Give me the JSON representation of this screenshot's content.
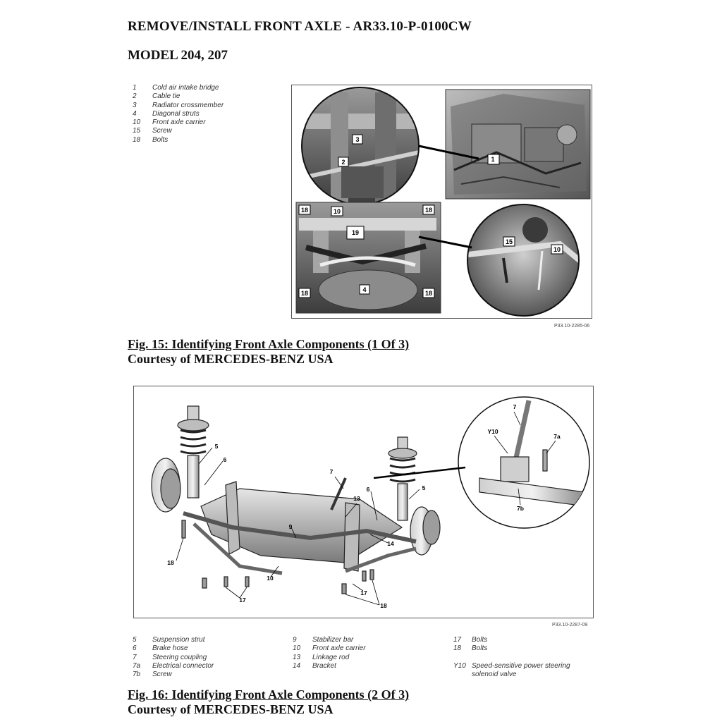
{
  "header": {
    "title": "REMOVE/INSTALL FRONT AXLE - AR33.10-P-0100CW",
    "model": "MODEL 204, 207"
  },
  "figure1": {
    "legend": [
      {
        "num": "1",
        "label": "Cold air intake bridge"
      },
      {
        "num": "2",
        "label": "Cable tie"
      },
      {
        "num": "3",
        "label": "Radiator crossmember"
      },
      {
        "num": "4",
        "label": "Diagonal struts"
      },
      {
        "num": "10",
        "label": "Front axle carrier"
      },
      {
        "num": "15",
        "label": "Screw"
      },
      {
        "num": "18",
        "label": "Bolts"
      }
    ],
    "callouts": [
      "1",
      "2",
      "3",
      "4",
      "10",
      "15",
      "18",
      "19"
    ],
    "ref_code": "P33.10-2285-06",
    "caption": "Fig. 15: Identifying Front Axle Components (1 Of 3)",
    "courtesy": "Courtesy of MERCEDES-BENZ USA"
  },
  "figure2": {
    "legend_col1": [
      {
        "num": "5",
        "label": "Suspension strut"
      },
      {
        "num": "6",
        "label": "Brake hose"
      },
      {
        "num": "7",
        "label": "Steering coupling"
      },
      {
        "num": "7a",
        "label": "Electrical connector"
      },
      {
        "num": "7b",
        "label": "Screw"
      }
    ],
    "legend_col2": [
      {
        "num": "9",
        "label": "Stabilizer bar"
      },
      {
        "num": "10",
        "label": "Front axle carrier"
      },
      {
        "num": "13",
        "label": "Linkage rod"
      },
      {
        "num": "14",
        "label": "Bracket"
      }
    ],
    "legend_col3": [
      {
        "num": "17",
        "label": "Bolts"
      },
      {
        "num": "18",
        "label": "Bolts"
      }
    ],
    "legend_col3_extra": {
      "num": "Y10",
      "label": "Speed-sensitive power steering",
      "label2": "solenoid valve"
    },
    "callouts": [
      "5",
      "6",
      "7",
      "7a",
      "7b",
      "9",
      "10",
      "13",
      "14",
      "17",
      "18",
      "Y10"
    ],
    "ref_code": "P33.10-2287-09",
    "caption": "Fig. 16: Identifying Front Axle Components (2 Of 3)",
    "courtesy": "Courtesy of MERCEDES-BENZ USA"
  }
}
